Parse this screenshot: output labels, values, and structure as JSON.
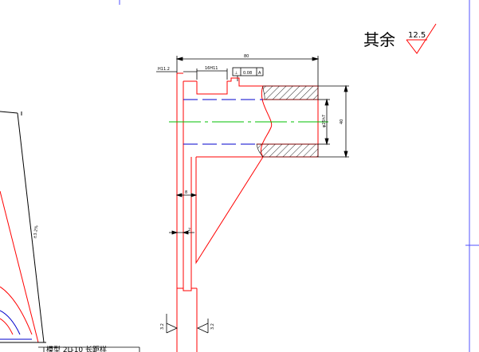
{
  "note": {
    "label": "其余",
    "roughness": "12.5"
  },
  "dimensions": {
    "overall_width": "80",
    "left_offset": "H11.2",
    "slot_width": "16H11",
    "bore_diameter": "φ25h7",
    "outer_height": "40",
    "wall_8": "8",
    "wall_2": "2",
    "left_part_label": "±3.2%"
  },
  "tolerance_frame": {
    "symbol": "⊥",
    "value": "0.08",
    "datum": "A"
  },
  "roughness_marks": [
    "3.2",
    "3.2"
  ],
  "title_strip": {
    "text": "模型 2L-10 长距样"
  },
  "colors": {
    "outline": "#ff0000",
    "centerline": "#00c000",
    "hidden": "#0000cc",
    "ink": "#000000",
    "frame": "#5050ff"
  }
}
